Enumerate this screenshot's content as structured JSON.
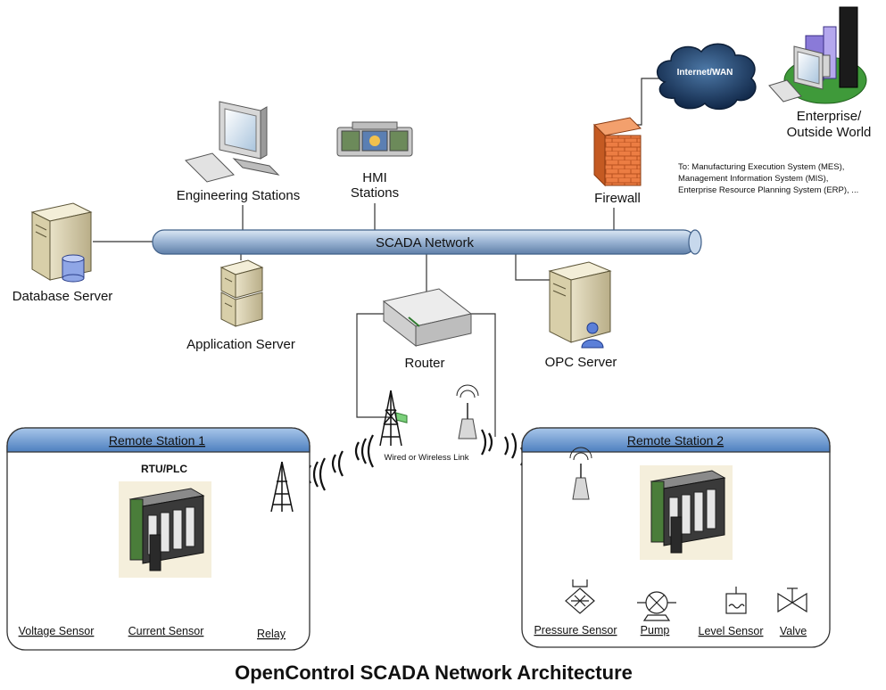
{
  "title": "OpenControl SCADA Network Architecture",
  "network": {
    "bus_label": "SCADA Network",
    "link_label": "Wired or Wireless Link"
  },
  "nodes": {
    "engineering": "Engineering Stations",
    "hmi_line1": "HMI",
    "hmi_line2": "Stations",
    "database": "Database Server",
    "application": "Application Server",
    "router": "Router",
    "opc": "OPC Server",
    "firewall": "Firewall",
    "cloud": "Internet/WAN",
    "enterprise_line1": "Enterprise/",
    "enterprise_line2": "Outside World"
  },
  "enterprise_notes": [
    "To: Manufacturing Execution System (MES),",
    "Management Information System (MIS),",
    "Enterprise Resource Planning System (ERP), ..."
  ],
  "station1": {
    "title": "Remote Station 1",
    "rtu_label": "RTU/PLC",
    "devices": [
      "Voltage Sensor",
      "Current Sensor",
      "Relay"
    ]
  },
  "station2": {
    "title": "Remote Station 2",
    "devices": [
      "Pressure Sensor",
      "Pump",
      "Level Sensor",
      "Valve"
    ]
  },
  "colors": {
    "bus": "#9fb8d6",
    "station_header": "#5f8fc8",
    "firewall": "#e8743b",
    "cloud": "#1e3f66"
  }
}
